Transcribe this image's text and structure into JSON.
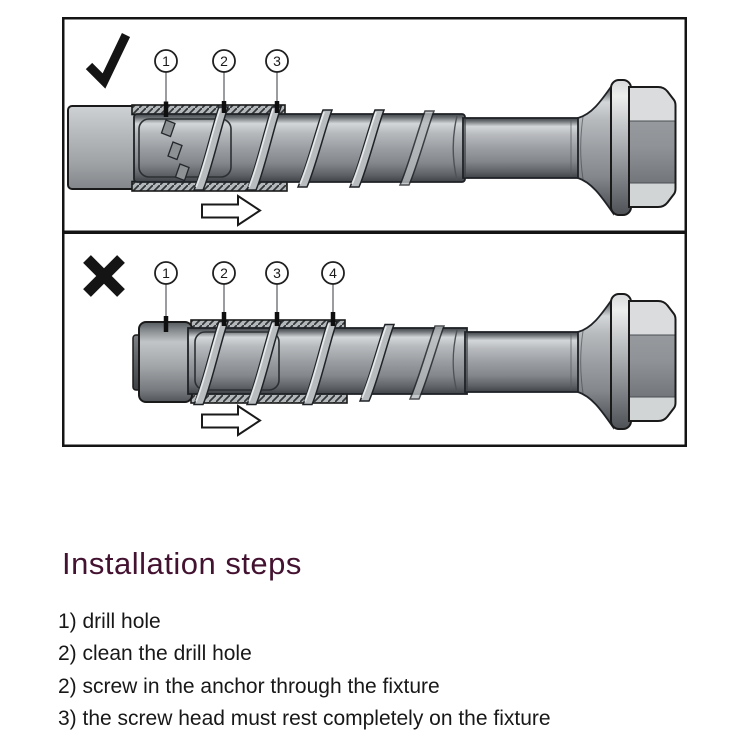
{
  "heading": {
    "text": "Installation steps",
    "color": "#431230"
  },
  "diagram": {
    "correct_panel": {
      "result": "correct",
      "result_icon": "checkmark-icon",
      "callouts": [
        "1",
        "2",
        "3"
      ],
      "arrow_icon": "right-arrow-icon"
    },
    "incorrect_panel": {
      "result": "incorrect",
      "result_icon": "cross-icon",
      "callouts": [
        "1",
        "2",
        "3",
        "4"
      ],
      "arrow_icon": "right-arrow-icon"
    }
  },
  "steps": [
    "1) drill hole",
    "2) clean the drill hole",
    "2) screw in the anchor through the fixture",
    "3) the screw head must rest completely on the fixture"
  ],
  "colors": {
    "heading": "#431230",
    "outline": "#141414",
    "steel_light": "#d4d7d9",
    "steel_mid": "#9b9fa3",
    "steel_dark": "#3f4347",
    "text": "#181818"
  }
}
